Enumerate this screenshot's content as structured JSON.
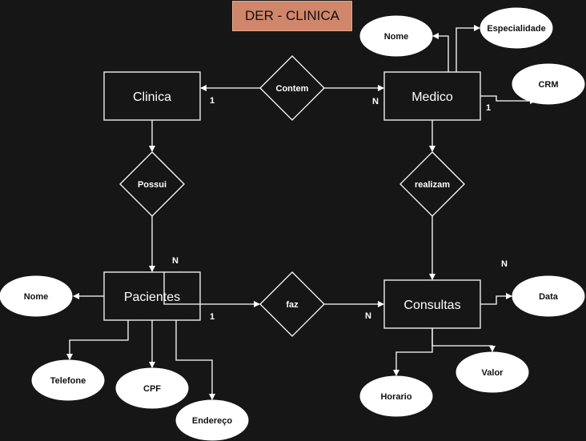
{
  "title": "DER  - CLINICA",
  "entities": {
    "clinica": "Clinica",
    "medico": "Medico",
    "pacientes": "Pacientes",
    "consultas": "Consultas"
  },
  "relationships": {
    "contem": "Contem",
    "possui": "Possui",
    "realizam": "realizam",
    "faz": "faz"
  },
  "attributes": {
    "medico_nome": "Nome",
    "especialidade": "Especialidade",
    "crm": "CRM",
    "pacientes_nome": "Nome",
    "telefone": "Telefone",
    "cpf": "CPF",
    "endereco": "Endereço",
    "data": "Data",
    "valor": "Valor",
    "horario": "Horario"
  },
  "cardinalities": {
    "clinica_contem": "1",
    "contem_medico": "N",
    "medico_crm": "1",
    "possui_pacientes": "N",
    "pacientes_faz": "1",
    "faz_consultas": "N",
    "realizam_consultas": "N"
  }
}
